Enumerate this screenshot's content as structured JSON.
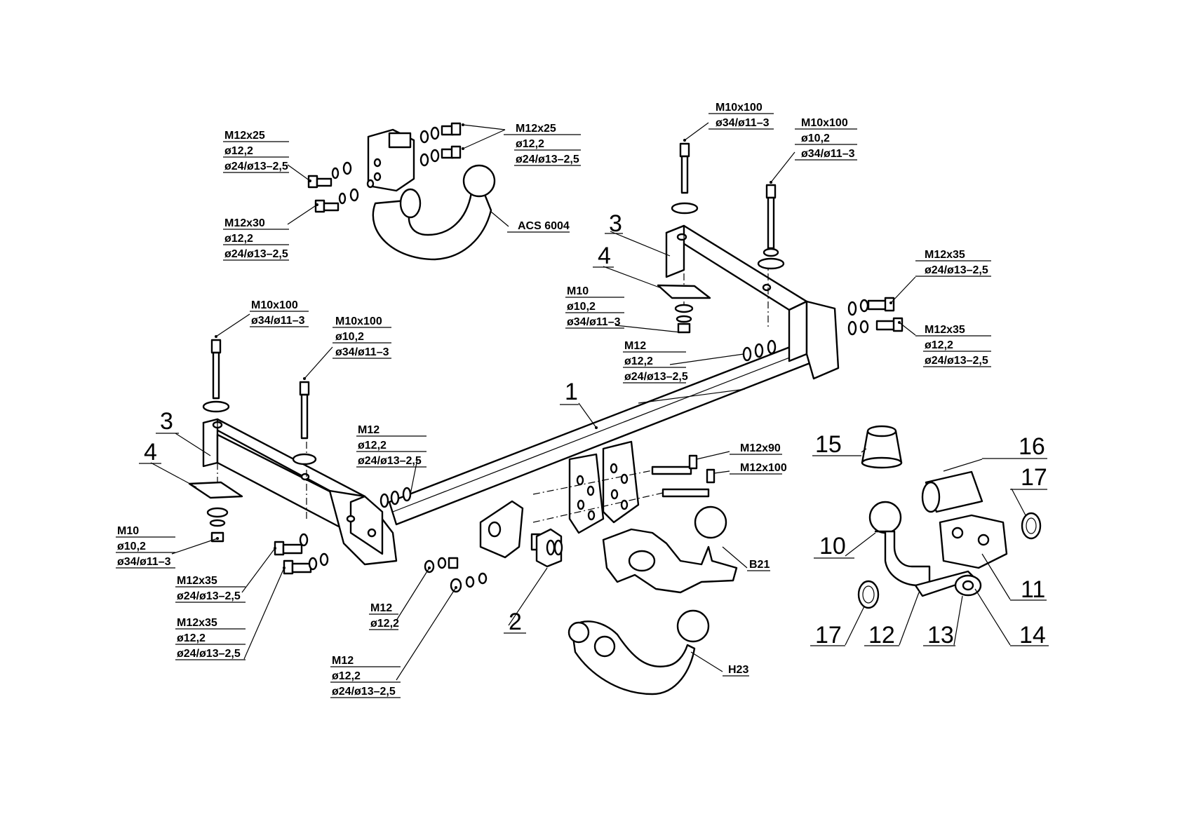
{
  "callouts": {
    "c1": [
      "M12x25",
      "ø12,2",
      "ø24/ø13–2,5"
    ],
    "c2": [
      "M12x30",
      "ø12,2",
      "ø24/ø13–2,5"
    ],
    "c3": [
      "M12x25",
      "ø12,2",
      "ø24/ø13–2,5"
    ],
    "c4": [
      "ACS 6004"
    ],
    "c5": [
      "M10x100",
      "ø34/ø11–3"
    ],
    "c6": [
      "M10x100",
      "ø10,2",
      "ø34/ø11–3"
    ],
    "c7": [
      "M10",
      "ø10,2",
      "ø34/ø11–3"
    ],
    "c8": [
      "M12",
      "ø12,2",
      "ø24/ø13–2,5"
    ],
    "c9": [
      "M12x35",
      "ø24/ø13–2,5"
    ],
    "c10": [
      "M12x35",
      "ø12,2",
      "ø24/ø13–2,5"
    ],
    "c11": [
      "M10x100",
      "ø34/ø11–3"
    ],
    "c12": [
      "M10x100",
      "ø10,2",
      "ø34/ø11–3"
    ],
    "c13": [
      "M12",
      "ø12,2",
      "ø24/ø13–2,5"
    ],
    "c14": [
      "M10",
      "ø10,2",
      "ø34/ø11–3"
    ],
    "c15": [
      "M12x35",
      "ø24/ø13–2,5"
    ],
    "c16": [
      "M12x35",
      "ø12,2",
      "ø24/ø13–2,5"
    ],
    "c17": [
      "M12",
      "ø12,2"
    ],
    "c18": [
      "M12",
      "ø12,2",
      "ø24/ø13–2,5"
    ],
    "c19": [
      "M12x90"
    ],
    "c20": [
      "M12x100"
    ],
    "c21": [
      "B21"
    ],
    "c22": [
      "H23"
    ]
  },
  "part_numbers": [
    "1",
    "2",
    "3",
    "3",
    "4",
    "4",
    "10",
    "11",
    "12",
    "13",
    "14",
    "15",
    "16",
    "17",
    "17"
  ]
}
